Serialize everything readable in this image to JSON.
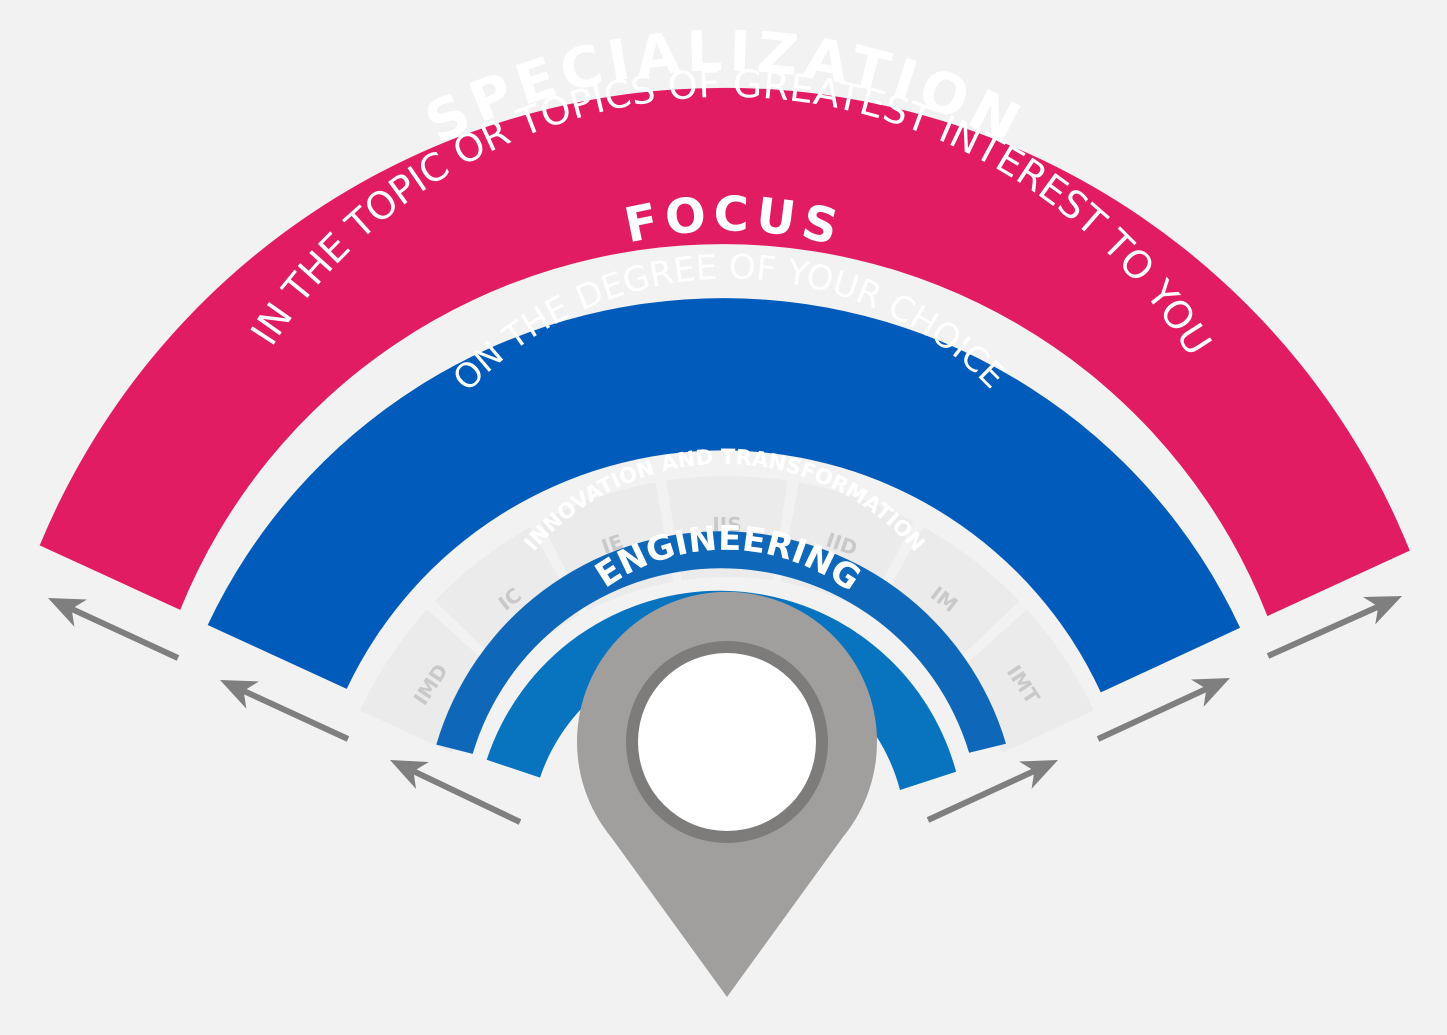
{
  "colors": {
    "background": "#f2f2f2",
    "specialization": "#e11c63",
    "focus": "#005bbb",
    "segments": "#ebebeb",
    "innovation": "#0e67b8",
    "engineering": "#0873be",
    "pin": "#a19f9e",
    "pin_ring": "#7d7c7b",
    "arrow": "#7f7f7f"
  },
  "specialization": {
    "title": "SPECIALIZATION",
    "subtitle": "IN THE TOPIC OR TOPICS OF GREATEST INTEREST TO YOU"
  },
  "focus": {
    "title": "FOCUS",
    "subtitle": "ON THE DEGREE OF YOUR CHOICE"
  },
  "degrees": [
    "IMD",
    "IC",
    "IE",
    "IIS",
    "IID",
    "IM",
    "IMT"
  ],
  "innovation": {
    "label": "INNOVATION AND TRANSFORMATION"
  },
  "engineering": {
    "label": "ENGINEERING"
  },
  "icons": {
    "pin": "location-pin-icon",
    "arrow": "arrow-icon"
  }
}
